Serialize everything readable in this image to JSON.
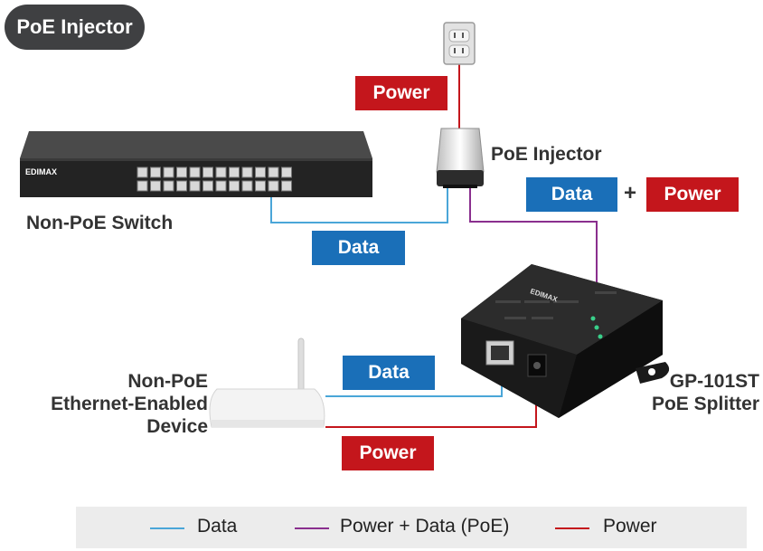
{
  "title": "PoE Injector",
  "devices": {
    "switch": {
      "label": "Non-PoE Switch",
      "brand": "EDIMAX"
    },
    "injector": {
      "label": "PoE Injector"
    },
    "device": {
      "label_lines": [
        "Non-PoE",
        "Ethernet-Enabled",
        "Device"
      ]
    },
    "splitter": {
      "label_lines": [
        "GP-101ST",
        "PoE Splitter"
      ],
      "brand": "EDIMAX"
    }
  },
  "tags": {
    "power_top": "Power",
    "data_mid": "Data",
    "data_right": "Data",
    "plus": "+",
    "power_right": "Power",
    "data_bottom": "Data",
    "power_bottom": "Power"
  },
  "legend": [
    {
      "label": "Data",
      "color": "#4aa6d8"
    },
    {
      "label": "Power + Data (PoE)",
      "color": "#8a2f8e"
    },
    {
      "label": "Power",
      "color": "#c4161c"
    }
  ]
}
